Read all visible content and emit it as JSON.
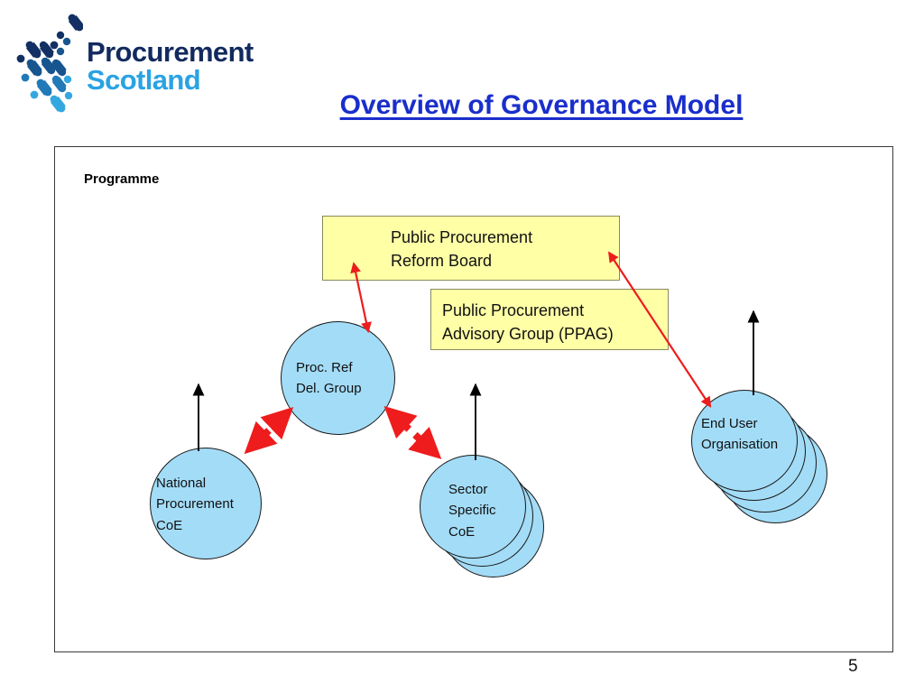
{
  "slide": {
    "title": "Overview of Governance Model",
    "page_number": "5",
    "panel_label": "Programme",
    "colors": {
      "title": "#1a2ecc",
      "box_fill": "#ffffa6",
      "box_border": "#8a8a5c",
      "circle_fill": "#a3dcf7",
      "circle_border": "#1a1a1a",
      "red_arrow": "#ee1c1c",
      "black_arrow": "#000000",
      "panel_border": "#3b3b3b"
    }
  },
  "logo": {
    "icon_name": "procurement-scotland-dots-logo",
    "line1": "Procurement",
    "line2": "Scotland",
    "line1_color": "#122a5e",
    "line2_color": "#29a3e3"
  },
  "diagram": {
    "boxes": [
      {
        "id": "public-procurement-reform-board",
        "line1": "Public Procurement",
        "line2": "Reform Board"
      },
      {
        "id": "public-procurement-advisory-group",
        "line1": "Public Procurement",
        "line2": "Advisory Group (PPAG)"
      }
    ],
    "nodes": [
      {
        "id": "proc-ref-del-group",
        "line1": "Proc. Ref",
        "line2": "Del. Group",
        "line3": "",
        "shape": "circle"
      },
      {
        "id": "national-procurement-coe",
        "line1": "National",
        "line2": "Procurement",
        "line3": "CoE",
        "shape": "circle"
      },
      {
        "id": "sector-specific-coe",
        "line1": "Sector",
        "line2": "Specific",
        "line3": "CoE",
        "shape": "circle-stack"
      },
      {
        "id": "end-user-organisation",
        "line1": "End User",
        "line2": "Organisation",
        "line3": "",
        "shape": "circle-stack"
      }
    ],
    "connectors": [
      {
        "id": "prdg-to-reform-board",
        "style": "red-solid-double-arrow",
        "from": "proc-ref-del-group",
        "to": "public-procurement-reform-board"
      },
      {
        "id": "reform-board-to-end-user",
        "style": "red-solid-double-arrow",
        "from": "public-procurement-reform-board",
        "to": "end-user-organisation"
      },
      {
        "id": "national-coe-to-prdg",
        "style": "red-dashed-double-arrow",
        "from": "national-procurement-coe",
        "to": "proc-ref-del-group"
      },
      {
        "id": "prdg-to-sector-coe",
        "style": "red-dashed-double-arrow",
        "from": "proc-ref-del-group",
        "to": "sector-specific-coe"
      },
      {
        "id": "national-coe-upward",
        "style": "black-solid-arrow-up",
        "from": "national-procurement-coe",
        "to": ""
      },
      {
        "id": "sector-coe-upward",
        "style": "black-solid-arrow-up",
        "from": "sector-specific-coe",
        "to": ""
      },
      {
        "id": "end-user-upward",
        "style": "black-solid-arrow-up",
        "from": "end-user-organisation",
        "to": ""
      }
    ]
  }
}
